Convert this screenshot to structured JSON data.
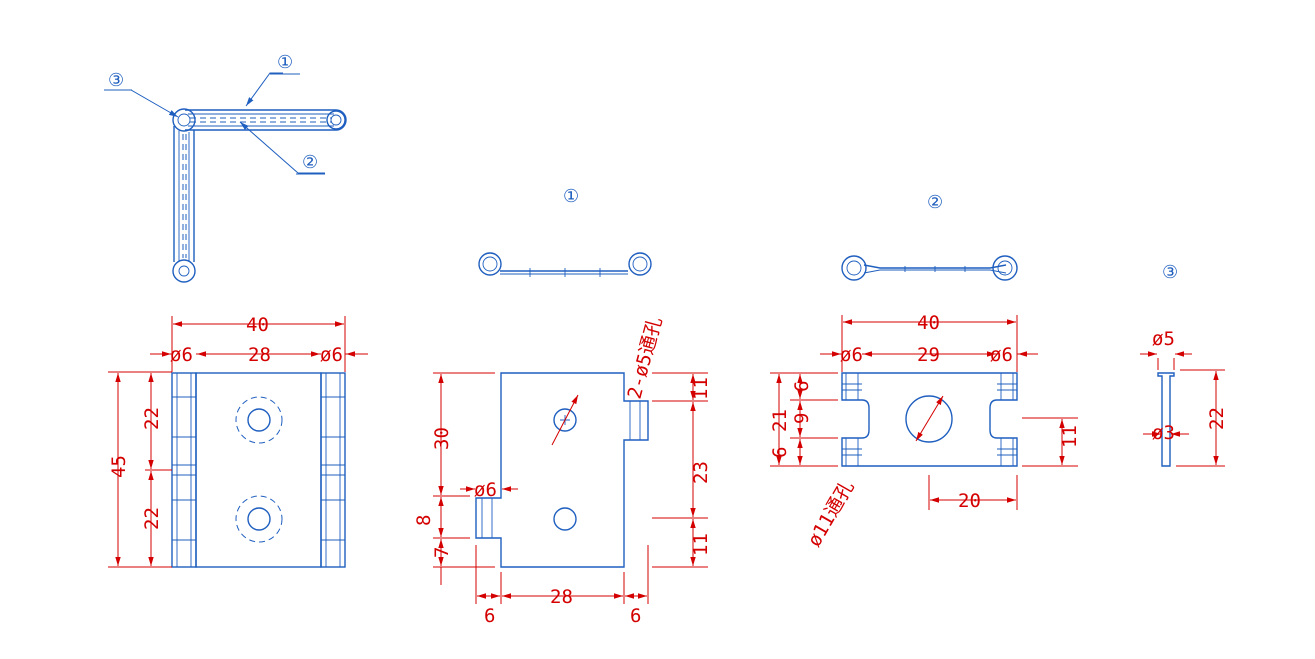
{
  "colors": {
    "part": "#1f5fbf",
    "dimension": "#d40000",
    "background": "#ffffff"
  },
  "callouts": {
    "c1": "①",
    "c2": "②",
    "c3": "③"
  },
  "titles": {
    "part1": "①",
    "part2": "②",
    "part3": "③"
  },
  "assembly": {
    "overall_width": "40",
    "knuckle_left": "ø6",
    "span": "28",
    "knuckle_right": "ø6",
    "overall_height": "45",
    "upper_leaf": "22",
    "lower_leaf": "22"
  },
  "part1": {
    "hole_note": "2-ø5通孔",
    "height_30": "30",
    "pin_d": "ø6",
    "h8": "8",
    "h7": "7",
    "right_11_top": "11",
    "right_23": "23",
    "right_11_bottom": "11",
    "bottom_6_left": "6",
    "bottom_28": "28",
    "bottom_6_right": "6"
  },
  "part2": {
    "overall_width": "40",
    "d_left": "ø6",
    "span": "29",
    "d_right": "ø6",
    "h21": "21",
    "h6_top": "6",
    "h9": "9",
    "h6_bottom": "6",
    "right_11": "11",
    "bottom_20": "20",
    "hole_note": "ø11通孔"
  },
  "part3": {
    "d5": "ø5",
    "d3": "ø3",
    "length": "22"
  }
}
